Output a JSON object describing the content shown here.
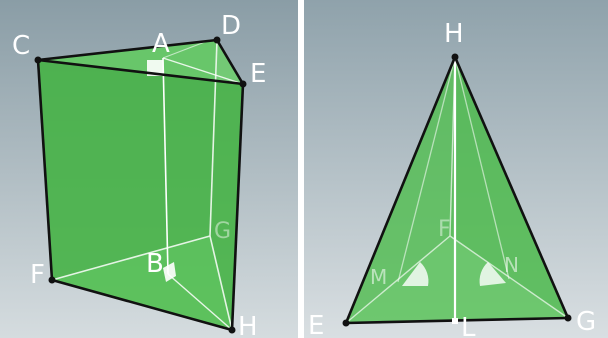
{
  "left_figure": {
    "vertex_labels": {
      "C": "C",
      "A": "A",
      "D": "D",
      "E": "E",
      "F": "F",
      "B": "B",
      "G": "G",
      "H": "H"
    }
  },
  "right_figure": {
    "vertex_labels": {
      "H": "H",
      "F": "F",
      "M": "M",
      "N": "N",
      "E": "E",
      "L": "L",
      "G": "G"
    }
  },
  "colors": {
    "background_top": "#8fa3ab",
    "background_bottom": "#d7dde0",
    "face_green": "#4fbf4f",
    "edge": "#111111",
    "hidden_edge": "#e8f5e8",
    "altitude": "#ffffff",
    "right_angle_marker": "#ffffff"
  }
}
